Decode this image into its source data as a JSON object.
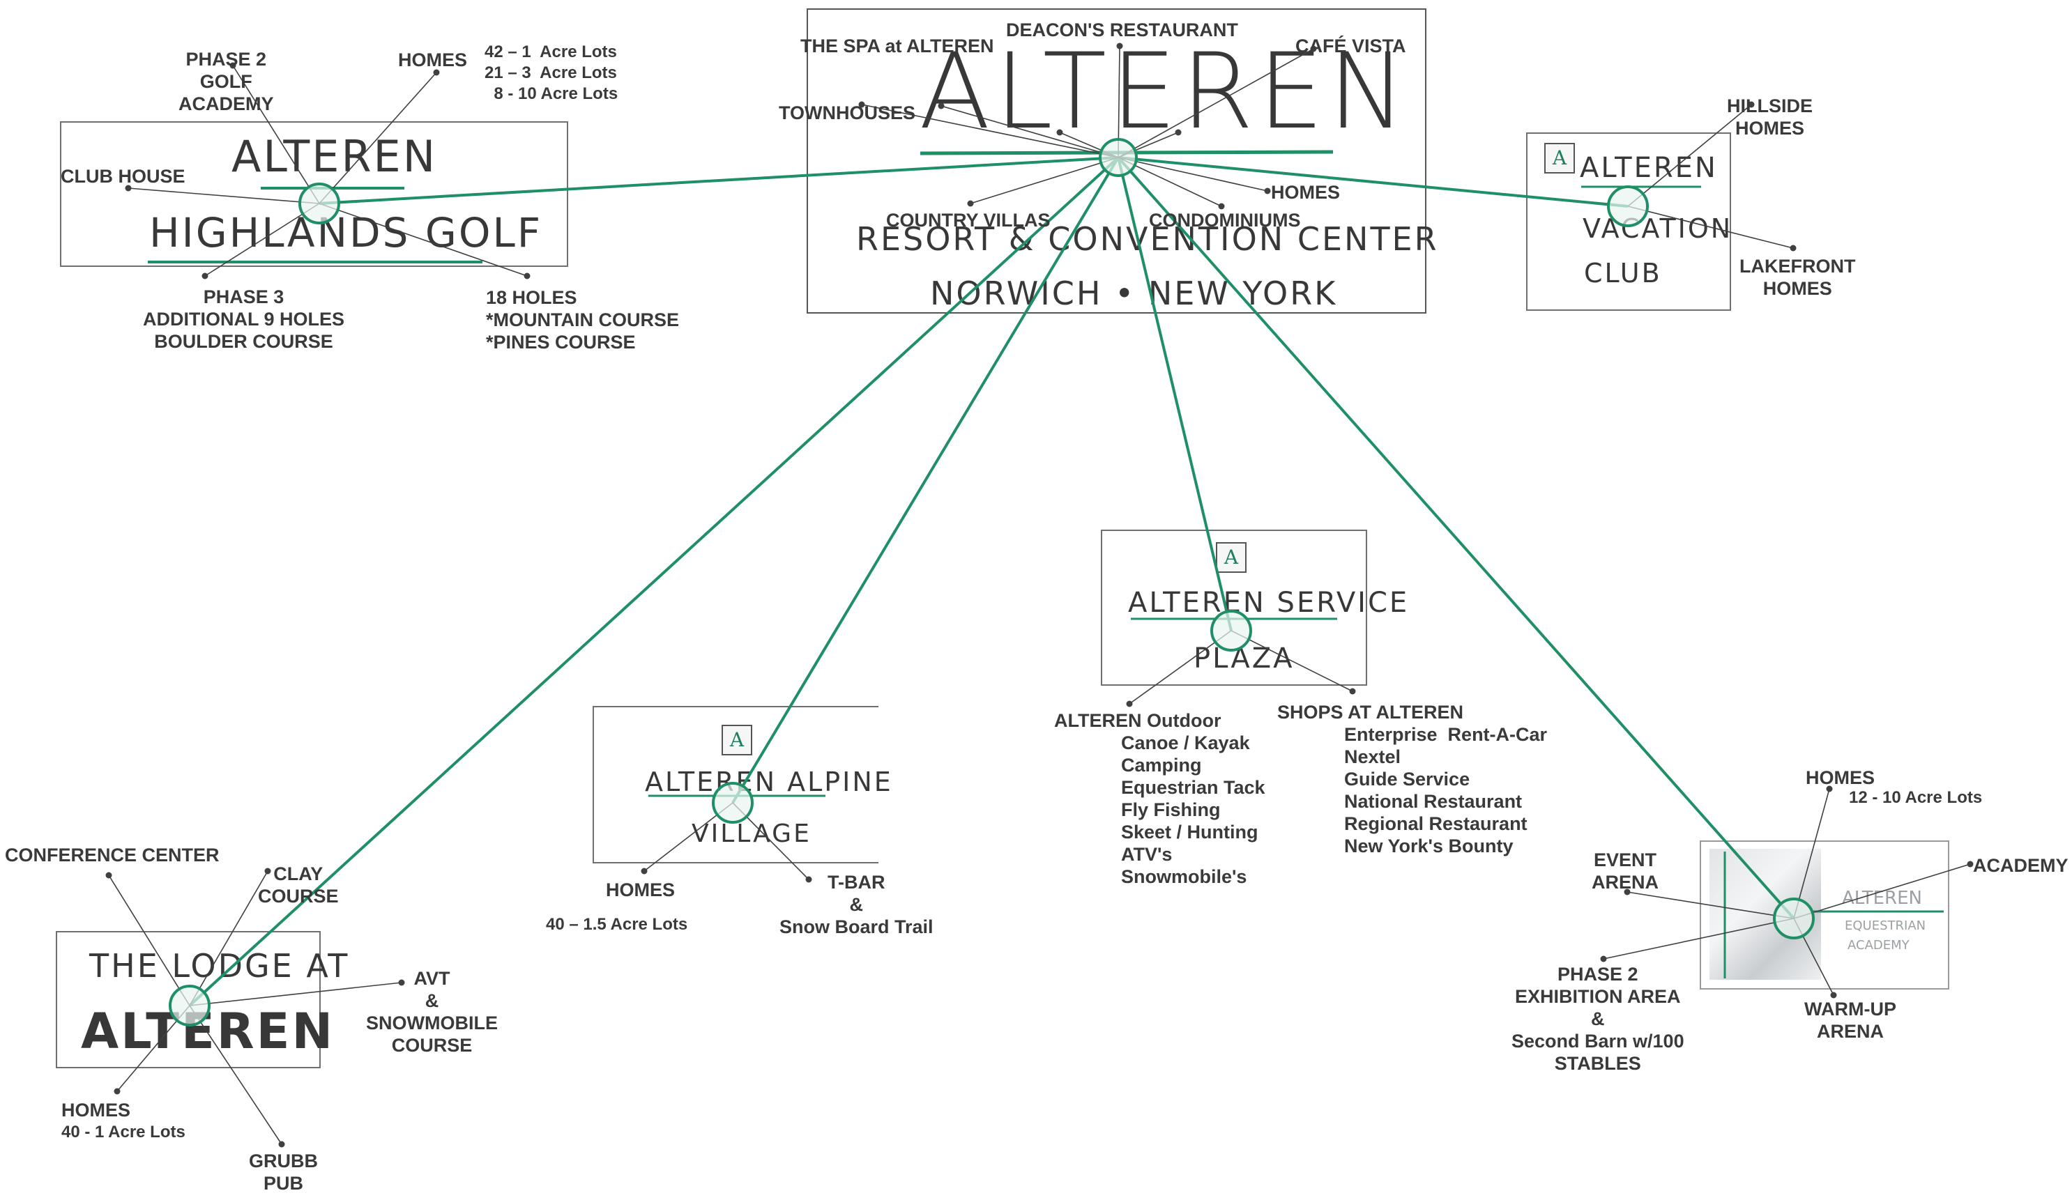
{
  "colors": {
    "connector": "#1f8f66",
    "hub_fill": "#e8f5ef",
    "leader": "#404040",
    "text": "#3a3a3a"
  },
  "center": {
    "logo_word": "ALTEREN",
    "line1": "RESORT & CONVENTION CENTER",
    "line2": "NORWICH • NEW YORK",
    "spokes": {
      "spa": "THE SPA at ALTEREN",
      "restaurant": "DEACON'S RESTAURANT",
      "cafe": "CAFÉ VISTA",
      "townhouses": "TOWNHOUSES",
      "country_villas": "COUNTRY VILLAS",
      "condominiums": "CONDOMINIUMS",
      "homes": "HOMES"
    }
  },
  "golf": {
    "logo_top": "ALTEREN",
    "logo_bottom": "HIGHLANDS GOLF",
    "phase2": "PHASE 2\nGOLF\nACADEMY",
    "homes": "HOMES",
    "lots": "42 – 1  Acre Lots\n21 – 3  Acre Lots\n  8 - 10 Acre Lots",
    "club_house": "CLUB HOUSE",
    "phase3": "PHASE 3\nADDITIONAL 9 HOLES\nBOULDER COURSE",
    "holes": "18 HOLES\n*MOUNTAIN COURSE\n*PINES COURSE"
  },
  "vacation": {
    "logo_top": "ALTEREN",
    "logo_mid": "VACATION",
    "logo_bottom": "CLUB",
    "hillside": "HILLSIDE\nHOMES",
    "lakefront": "LAKEFRONT\nHOMES"
  },
  "service": {
    "logo_top": "ALTEREN SERVICE",
    "logo_bottom": "PLAZA",
    "outdoor_title": "ALTEREN Outdoor",
    "outdoor_items": "Canoe / Kayak\nCamping\nEquestrian Tack\nFly Fishing\nSkeet / Hunting\nATV's\nSnowmobile's",
    "shops_title": "SHOPS AT ALTEREN",
    "shops_items": "Enterprise  Rent-A-Car\nNextel\nGuide Service\nNational Restaurant\nRegional Restaurant\nNew York's Bounty"
  },
  "alpine": {
    "logo_top": "ALTEREN ALPINE",
    "logo_bottom": "VILLAGE",
    "homes": "HOMES",
    "lots": "40 – 1.5 Acre Lots",
    "tbar": "T-BAR\n&\nSnow Board Trail"
  },
  "lodge": {
    "logo_top": "THE LODGE AT",
    "logo_bottom": "ALTEREN",
    "conference": "CONFERENCE CENTER",
    "clay": "CLAY\nCOURSE",
    "avt": "AVT\n&\nSNOWMOBILE\nCOURSE",
    "homes": "HOMES",
    "lots": "40 - 1 Acre Lots",
    "grubb": "GRUBB\nPUB"
  },
  "equestrian": {
    "logo_top": "ALTEREN",
    "logo_mid": "EQUESTRIAN",
    "logo_bottom": "ACADEMY",
    "homes": "HOMES",
    "lots": "12 - 10 Acre Lots",
    "event": "EVENT\nARENA",
    "academy": "ACADEMY",
    "phase2": "PHASE 2\nEXHIBITION AREA\n&\nSecond Barn w/100\nSTABLES",
    "warmup": "WARM-UP\nARENA"
  }
}
